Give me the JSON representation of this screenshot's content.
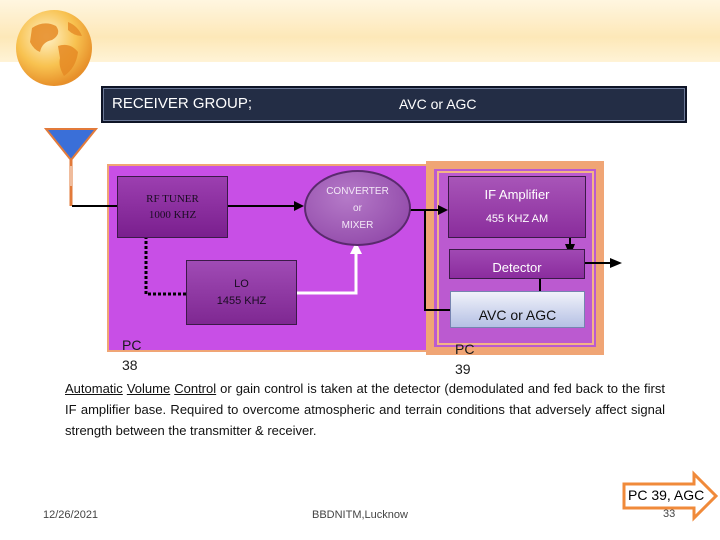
{
  "header": {
    "title": "RECEIVER GROUP;",
    "subtitle": "AVC or AGC"
  },
  "diagram": {
    "rf_tuner": {
      "name": "RF TUNER",
      "freq": "1000 KHZ"
    },
    "converter": {
      "line1": "CONVERTER",
      "line2": "or",
      "line3": "MIXER"
    },
    "if_amp": {
      "name": "IF Amplifier",
      "freq": "455 KHZ AM"
    },
    "detector": "Detector",
    "lo": {
      "name": "LO",
      "freq": "1455 KHZ"
    },
    "avc": "AVC or AGC",
    "pc38": {
      "line1": "PC",
      "line2": "38"
    },
    "pc39": {
      "line1": "PC",
      "line2": "39"
    }
  },
  "body": {
    "term1": "Automatic",
    "term2": "Volume",
    "term3": "Control",
    "rest": " or gain control is taken at the detector (demodulated and fed back to the first IF amplifier base. Required to overcome atmospheric and terrain conditions that adversely affect signal strength between the transmitter & receiver."
  },
  "footer": {
    "date": "12/26/2021",
    "institution": "BBDNITM,Lucknow",
    "nav_label": "PC 39, AGC",
    "page": "33"
  },
  "colors": {
    "panel_left": "#c84fe6",
    "panel_right": "#bb5ad0",
    "panel_border": "#f0a575",
    "title_bar": "#232d45",
    "arrow": "#f08a3a"
  }
}
